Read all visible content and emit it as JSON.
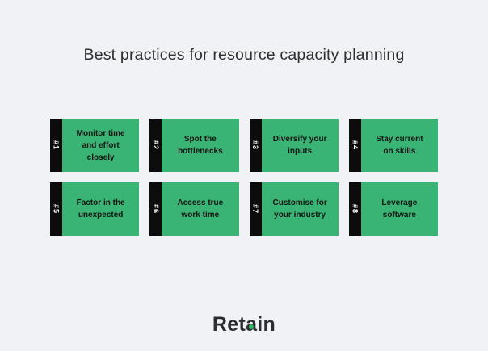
{
  "colors": {
    "background": "#f1f2f6",
    "card_green": "#39b474",
    "strip_black": "#0c0c0c",
    "card_text": "#141414",
    "title_text": "#2e2e2e",
    "logo_text": "#2c2d33",
    "logo_dot_green": "#35b666",
    "number_text": "#ffffff"
  },
  "title": "Best practices for resource capacity planning",
  "cards": [
    {
      "number": "#1",
      "label": "Monitor time\nand effort\nclosely"
    },
    {
      "number": "#2",
      "label": "Spot the\nbottlenecks"
    },
    {
      "number": "#3",
      "label": "Diversify your\ninputs"
    },
    {
      "number": "#4",
      "label": "Stay current\non skills"
    },
    {
      "number": "#5",
      "label": "Factor in the\nunexpected"
    },
    {
      "number": "#6",
      "label": "Access true\nwork time"
    },
    {
      "number": "#7",
      "label": "Customise for\nyour industry"
    },
    {
      "number": "#8",
      "label": "Leverage\nsoftware"
    }
  ],
  "logo": {
    "full_name": "Retain",
    "part1": "Ret",
    "letter_a": "a",
    "part2": "in"
  }
}
